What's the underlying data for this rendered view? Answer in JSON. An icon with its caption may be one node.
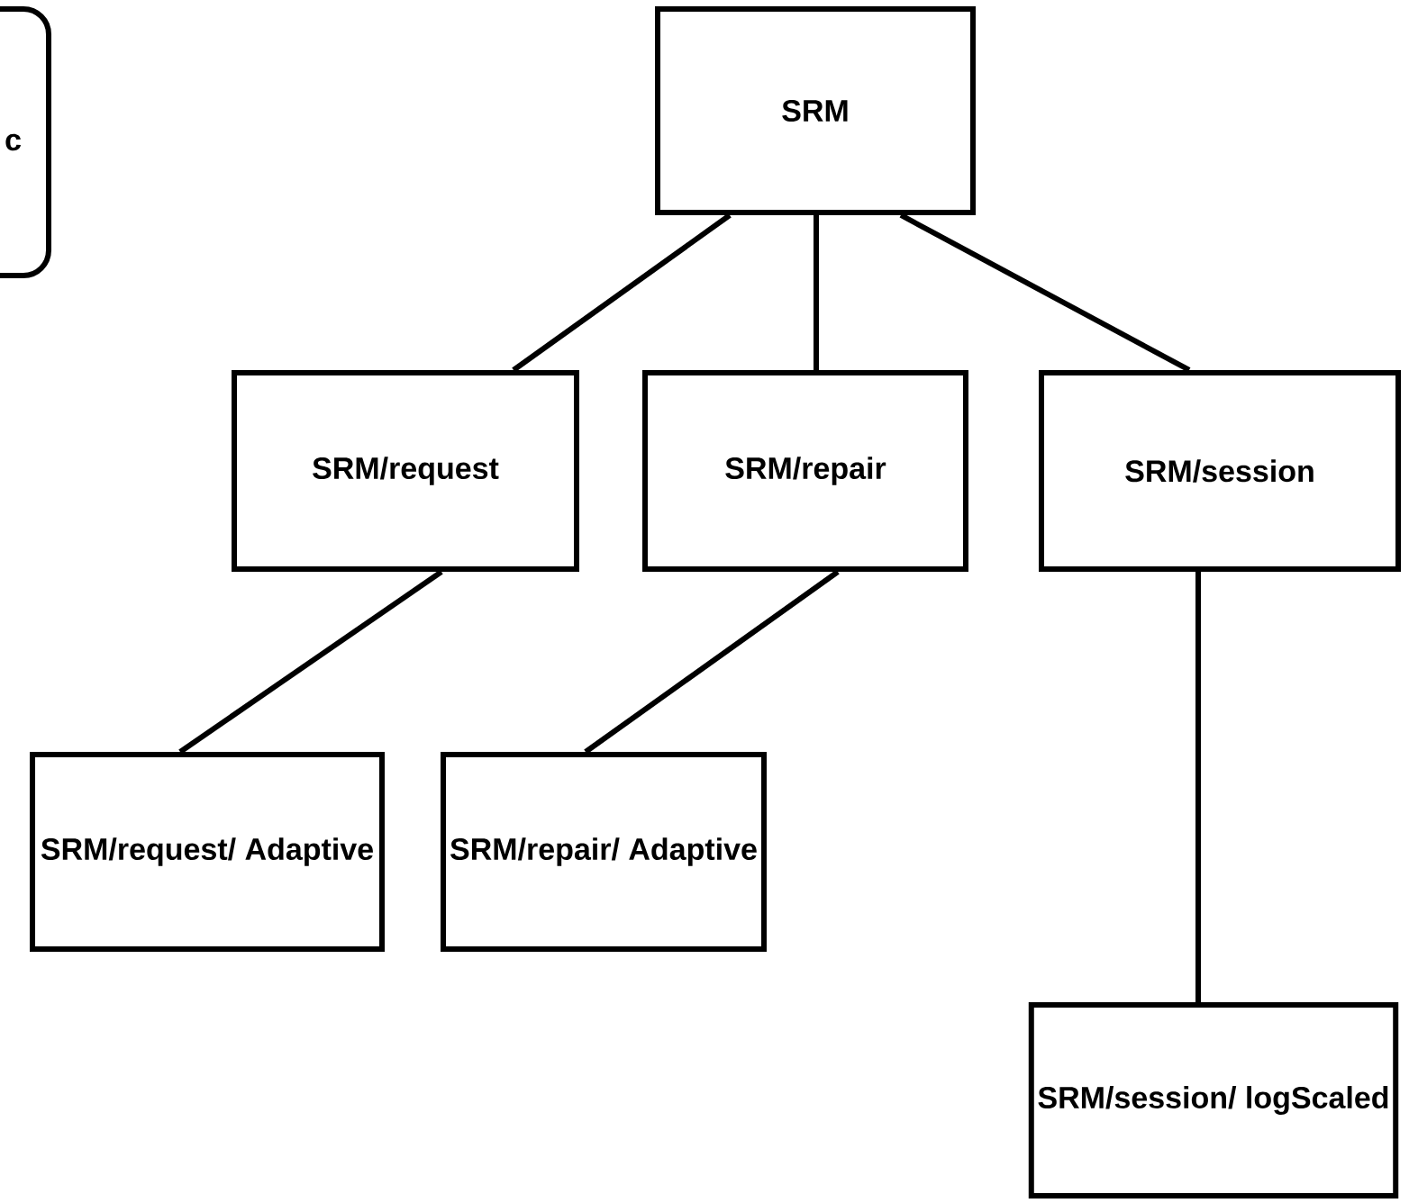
{
  "diagram": {
    "nodes": [
      {
        "text": [
          "c"
        ]
      },
      {
        "text": [
          "SRM"
        ]
      },
      {
        "text": [
          "SRM/request"
        ]
      },
      {
        "text": [
          "SRM/repair"
        ]
      },
      {
        "text": [
          "SRM/session"
        ]
      },
      {
        "text": [
          "SRM/request/ Adaptive"
        ]
      },
      {
        "text": [
          "SRM/repair/ Adaptive"
        ]
      },
      {
        "text": [
          "SRM/session/ logScaled"
        ]
      }
    ],
    "edges": [
      {
        "from": 1,
        "to": 2,
        "arrow": "none"
      },
      {
        "from": 1,
        "to": 3,
        "arrow": "none"
      },
      {
        "from": 1,
        "to": 4,
        "arrow": "none"
      },
      {
        "from": 2,
        "to": 5,
        "arrow": "none"
      },
      {
        "from": 3,
        "to": 6,
        "arrow": "none"
      },
      {
        "from": 4,
        "to": 7,
        "arrow": "none"
      }
    ]
  }
}
